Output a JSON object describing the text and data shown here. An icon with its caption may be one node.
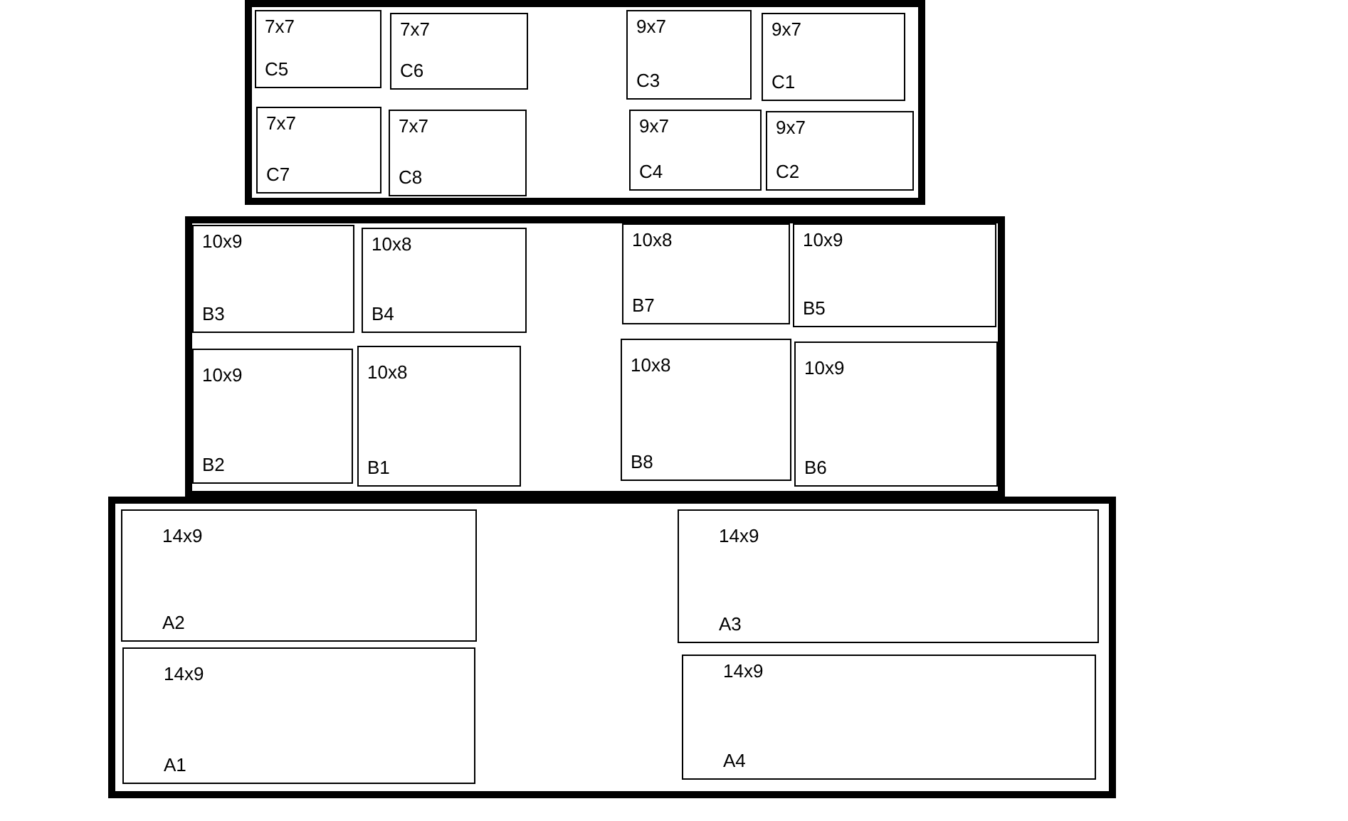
{
  "diagram": {
    "nodes": [
      {
        "text": [],
        "shape": "box"
      },
      {
        "text": [
          "7x7",
          "C5"
        ],
        "in": 0
      },
      {
        "text": [
          "7x7",
          "C6"
        ],
        "in": 0
      },
      {
        "text": [
          "9x7",
          "C3"
        ],
        "in": 0
      },
      {
        "text": [
          "9x7",
          "C1"
        ],
        "in": 0
      },
      {
        "text": [
          "7x7",
          "C7"
        ],
        "in": 0
      },
      {
        "text": [
          "7x7",
          "C8"
        ],
        "in": 0
      },
      {
        "text": [
          "9x7",
          "C4"
        ],
        "in": 0
      },
      {
        "text": [
          "9x7",
          "C2"
        ],
        "in": 0
      },
      {
        "text": [],
        "shape": "box"
      },
      {
        "text": [
          "10x9",
          "B3"
        ],
        "in": 9
      },
      {
        "text": [
          "10x8",
          "B4"
        ],
        "in": 9
      },
      {
        "text": [
          "10x8",
          "B7"
        ],
        "in": 9
      },
      {
        "text": [
          "10x9",
          "B5"
        ],
        "in": 9
      },
      {
        "text": [
          "10x9",
          "B2"
        ],
        "in": 9
      },
      {
        "text": [
          "10x8",
          "B1"
        ],
        "in": 9
      },
      {
        "text": [
          "10x8",
          "B8"
        ],
        "in": 9
      },
      {
        "text": [
          "10x9",
          "B6"
        ],
        "in": 9
      },
      {
        "text": [],
        "shape": "box"
      },
      {
        "text": [
          "14x9",
          "A2"
        ],
        "in": 18
      },
      {
        "text": [
          "14x9",
          "A3"
        ],
        "in": 18
      },
      {
        "text": [
          "14x9",
          "A1"
        ],
        "in": 18
      },
      {
        "text": [
          "14x9",
          "A4"
        ],
        "in": 18
      }
    ],
    "edges": []
  }
}
